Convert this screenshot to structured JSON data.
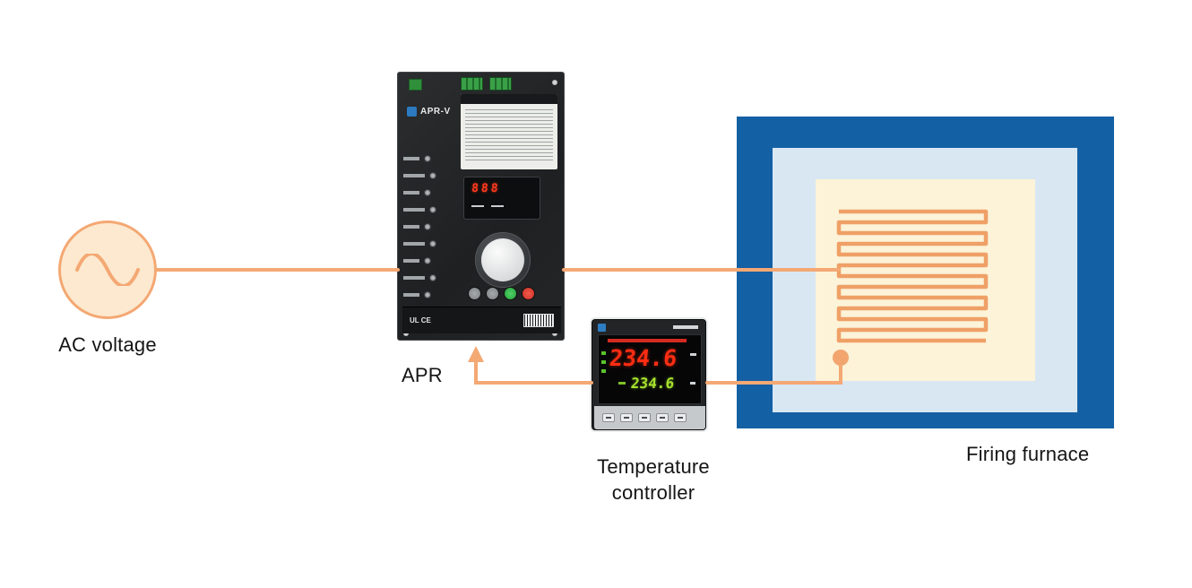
{
  "labels": {
    "ac_voltage": "AC voltage",
    "apr": "APR",
    "temp_line1": "Temperature",
    "temp_line2": "controller",
    "furnace": "Firing furnace"
  },
  "apr_device": {
    "model": "APR-V",
    "display_value": "888",
    "certifications": "UL  CE"
  },
  "temperature_controller": {
    "pv_value": "234.6",
    "sv_value": "234.6"
  },
  "colors": {
    "wire": "#F4A873",
    "coil": "#EFA066",
    "ac_source_fill": "#FCE9CF",
    "furnace_outer_blue": "#1460A5",
    "furnace_insulation_blue": "#D9E7F3",
    "furnace_chamber_cream": "#FCF3D8",
    "pv_display_red": "#FF2D12",
    "sv_display_green": "#A6E22E"
  }
}
